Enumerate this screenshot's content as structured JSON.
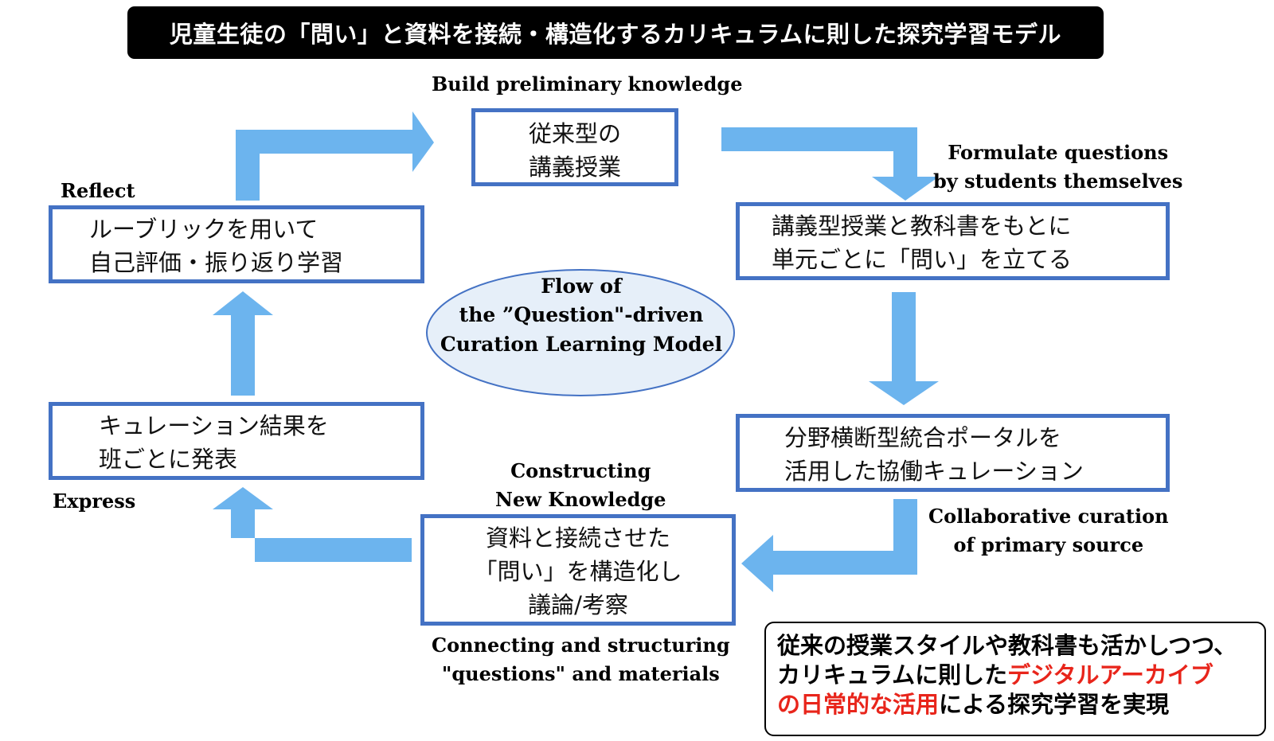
{
  "title": "児童生徒の「問い」と資料を接続・構造化するカリキュラムに則した探究学習モデル",
  "center": {
    "text": "Flow of\nthe ”Question\"-driven\nCuration Learning Model"
  },
  "steps": {
    "build": {
      "label": "Build preliminary knowledge",
      "box_text": "従来型の\n講義授業"
    },
    "formulate": {
      "label": "Formulate questions\nby students themselves",
      "box_text": "講義型授業と教科書をもとに\n単元ごとに「問い」を立てる"
    },
    "curation": {
      "label": "Collaborative curation\nof primary source",
      "box_text": "分野横断型統合ポータルを\n活用した協働キュレーション"
    },
    "construct": {
      "label_top": "Constructing\nNew Knowledge",
      "label_bottom": "Connecting and structuring\n\"questions\" and materials",
      "box_text": "資料と接続させた\n「問い」を構造化し\n議論/考察"
    },
    "express": {
      "label": "Express",
      "box_text": "キュレーション結果を\n班ごとに発表"
    },
    "reflect": {
      "label": "Reflect",
      "box_text": "ルーブリックを用いて\n自己評価・振り返り学習"
    }
  },
  "note": {
    "line1": "従来の授業スタイルや教科書も活かしつつ、",
    "line2_black": "カリキュラムに則した",
    "line2_red": "デジタルアーカイブ",
    "line3_red": "の日常的な活用",
    "line3_black": "による探究学習を実現"
  },
  "colors": {
    "box_border": "#4472c4",
    "arrow_fill": "#6cb4ee",
    "ellipse_fill": "#e6eff9",
    "ellipse_stroke": "#4472c4",
    "highlight_red": "#e8251b",
    "title_bg": "#000000"
  }
}
